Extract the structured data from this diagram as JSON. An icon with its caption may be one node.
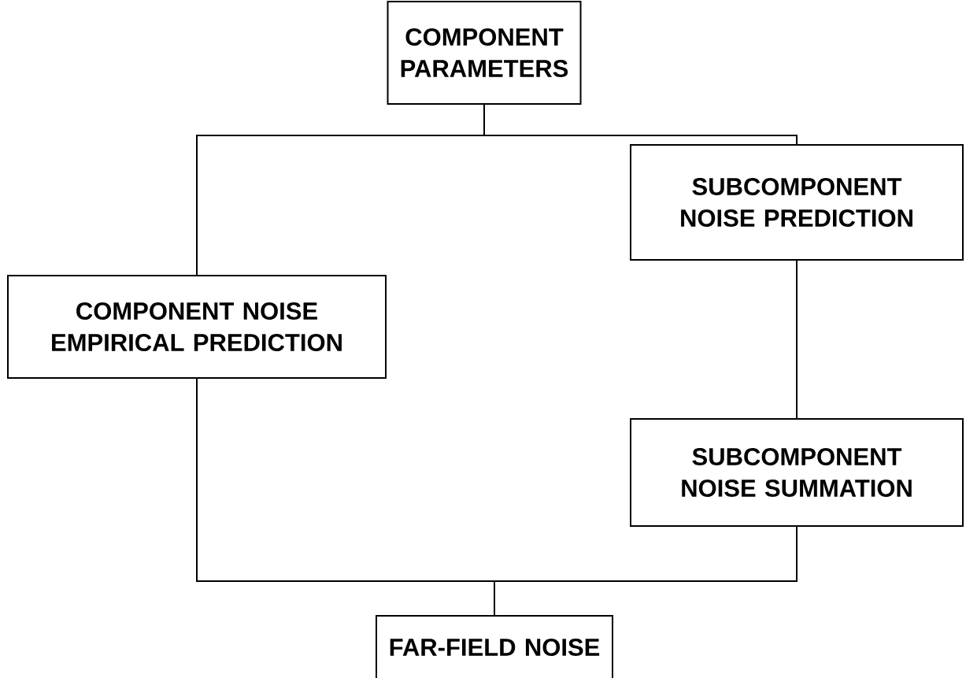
{
  "diagram": {
    "nodes": [
      {
        "text": [
          "COMPONENT PARAMETERS"
        ]
      },
      {
        "text": [
          "SUBCOMPONENT NOISE PREDICTION"
        ]
      },
      {
        "text": [
          "COMPONENT NOISE EMPIRICAL PREDICTION"
        ]
      },
      {
        "text": [
          "SUBCOMPONENT NOISE SUMMATION"
        ]
      },
      {
        "text": [
          "FAR-FIELD NOISE"
        ]
      }
    ],
    "edges": [
      {
        "from": 0,
        "to": 2,
        "arrow": "none"
      },
      {
        "from": 0,
        "to": 1,
        "arrow": "none"
      },
      {
        "from": 1,
        "to": 3,
        "arrow": "none"
      },
      {
        "from": 2,
        "to": 4,
        "arrow": "none"
      },
      {
        "from": 3,
        "to": 4,
        "arrow": "none"
      }
    ]
  }
}
